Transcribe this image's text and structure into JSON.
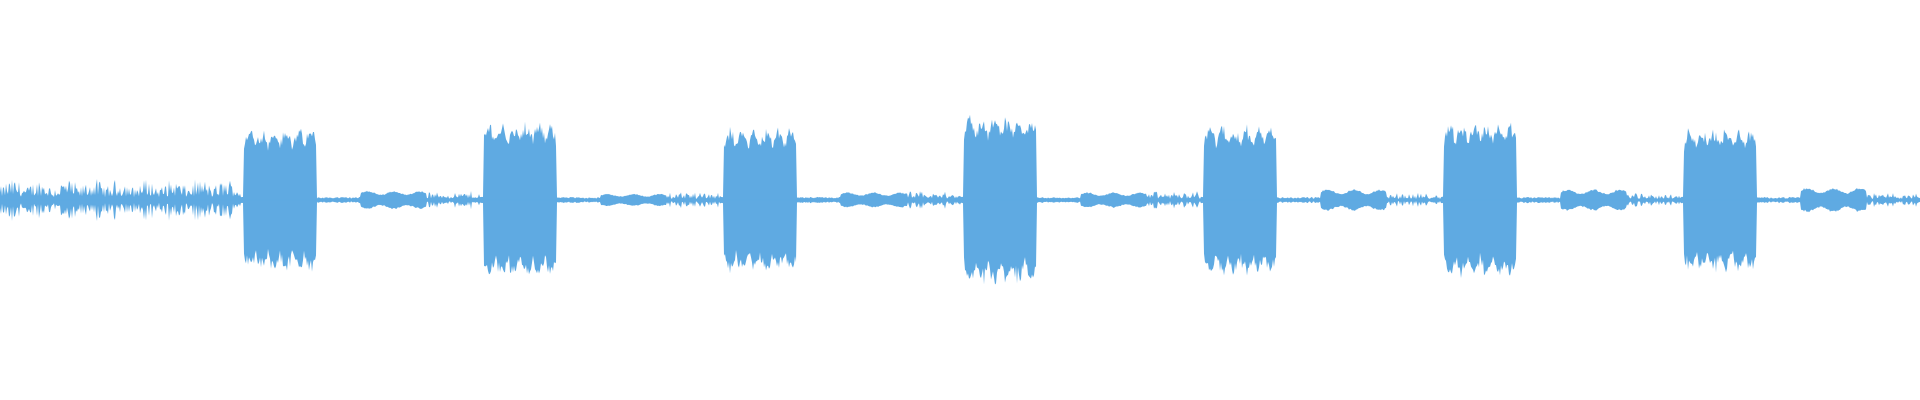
{
  "waveform": {
    "color": "#5faae2",
    "background": "#ffffff",
    "envelope": [
      {
        "start": 0.0,
        "end": 0.125,
        "amp": 0.14,
        "style": "speech"
      },
      {
        "start": 0.127,
        "end": 0.165,
        "amp": 0.46,
        "style": "block"
      },
      {
        "start": 0.165,
        "end": 0.188,
        "amp": 0.02,
        "style": "quiet"
      },
      {
        "start": 0.188,
        "end": 0.222,
        "amp": 0.06,
        "style": "tone"
      },
      {
        "start": 0.222,
        "end": 0.25,
        "amp": 0.06,
        "style": "speech"
      },
      {
        "start": 0.252,
        "end": 0.29,
        "amp": 0.5,
        "style": "block"
      },
      {
        "start": 0.29,
        "end": 0.313,
        "amp": 0.02,
        "style": "quiet"
      },
      {
        "start": 0.313,
        "end": 0.347,
        "amp": 0.04,
        "style": "tone"
      },
      {
        "start": 0.347,
        "end": 0.375,
        "amp": 0.06,
        "style": "speech"
      },
      {
        "start": 0.377,
        "end": 0.415,
        "amp": 0.46,
        "style": "block"
      },
      {
        "start": 0.415,
        "end": 0.438,
        "amp": 0.02,
        "style": "quiet"
      },
      {
        "start": 0.438,
        "end": 0.472,
        "amp": 0.05,
        "style": "tone"
      },
      {
        "start": 0.472,
        "end": 0.5,
        "amp": 0.06,
        "style": "speech"
      },
      {
        "start": 0.502,
        "end": 0.54,
        "amp": 0.54,
        "style": "block"
      },
      {
        "start": 0.54,
        "end": 0.563,
        "amp": 0.02,
        "style": "quiet"
      },
      {
        "start": 0.563,
        "end": 0.597,
        "amp": 0.05,
        "style": "tone"
      },
      {
        "start": 0.597,
        "end": 0.625,
        "amp": 0.06,
        "style": "speech"
      },
      {
        "start": 0.627,
        "end": 0.665,
        "amp": 0.48,
        "style": "block"
      },
      {
        "start": 0.665,
        "end": 0.688,
        "amp": 0.02,
        "style": "quiet"
      },
      {
        "start": 0.688,
        "end": 0.722,
        "amp": 0.07,
        "style": "tone"
      },
      {
        "start": 0.722,
        "end": 0.75,
        "amp": 0.05,
        "style": "speech"
      },
      {
        "start": 0.752,
        "end": 0.79,
        "amp": 0.5,
        "style": "block"
      },
      {
        "start": 0.79,
        "end": 0.813,
        "amp": 0.02,
        "style": "quiet"
      },
      {
        "start": 0.813,
        "end": 0.847,
        "amp": 0.07,
        "style": "tone"
      },
      {
        "start": 0.847,
        "end": 0.875,
        "amp": 0.05,
        "style": "speech"
      },
      {
        "start": 0.877,
        "end": 0.915,
        "amp": 0.46,
        "style": "block"
      },
      {
        "start": 0.915,
        "end": 0.938,
        "amp": 0.02,
        "style": "quiet"
      },
      {
        "start": 0.938,
        "end": 0.972,
        "amp": 0.08,
        "style": "tone"
      },
      {
        "start": 0.972,
        "end": 1.0,
        "amp": 0.05,
        "style": "speech"
      }
    ]
  }
}
